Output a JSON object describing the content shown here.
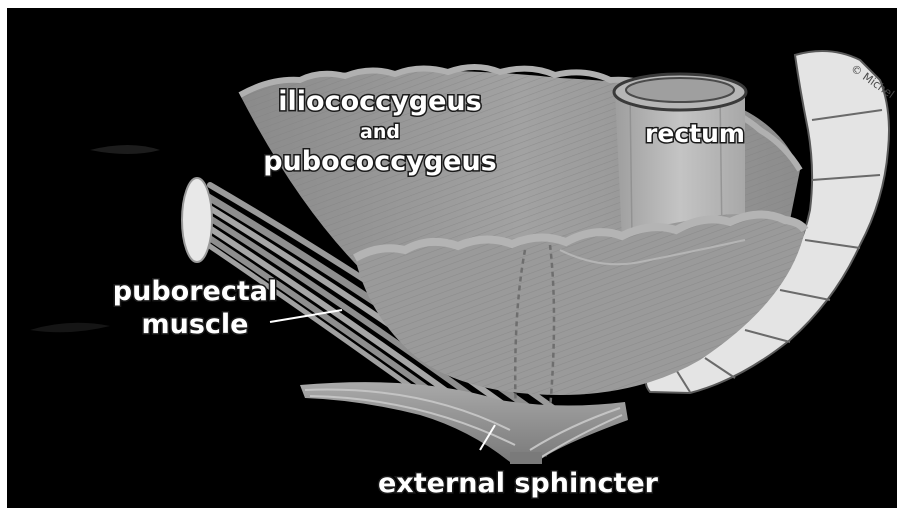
{
  "labels": {
    "iliococcygeus": "iliococcygeus",
    "and": "and",
    "pubococcygeus": "pubococcygeus",
    "rectum": "rectum",
    "puborectal_line1": "puborectal",
    "puborectal_line2": "muscle",
    "external_sphincter": "external sphincter",
    "watermark": "© Michel"
  },
  "colors": {
    "background": "#000000",
    "frame": "#ffffff",
    "muscle": "#9a9a9a",
    "muscle_dark": "#7d7d7d",
    "rectum": "#b8b8b8",
    "bone": "#e6e6e6",
    "label_text": "#ffffff"
  }
}
